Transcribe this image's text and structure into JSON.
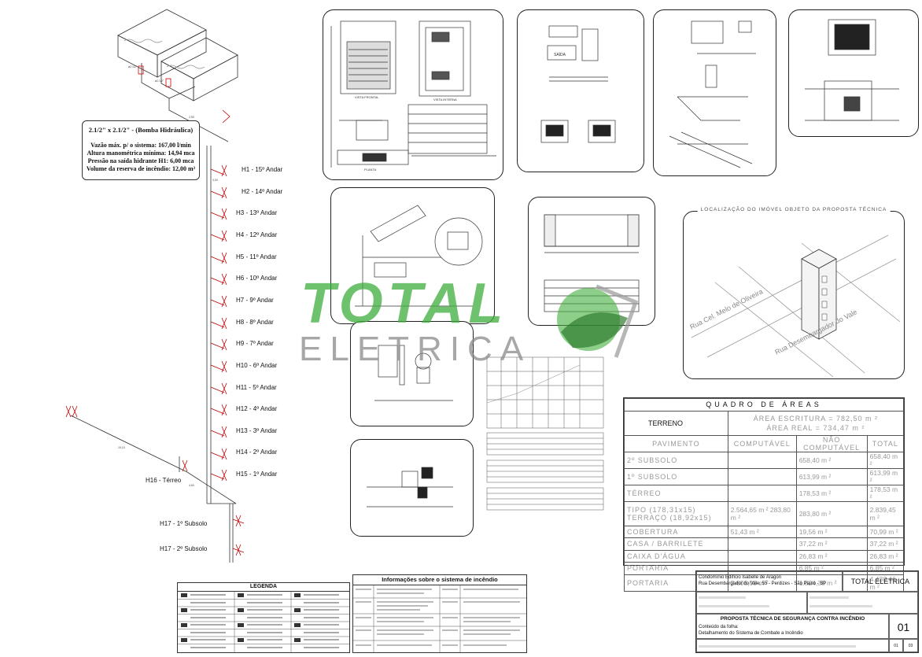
{
  "pump_box": {
    "title": "2.1/2\" x 2.1/2\" - (Bomba Hidráulica)",
    "lines": [
      "Vazão máx. p/ o sistema: 167,00 l/min",
      "Altura manométrica mínima: 14,94 mca",
      "Pressão na saída hidrante H1: 6,00 mca",
      "Volume da reserva de incêndio: 12,00 m³"
    ]
  },
  "floors": [
    "H1 - 15º Andar",
    "H2 - 14º Andar",
    "H3 - 13º Andar",
    "H4 - 12º Andar",
    "H5 - 11º Andar",
    "H6 - 10º Andar",
    "H7 - 9º Andar",
    "H8 - 8º Andar",
    "H9 - 7º Andar",
    "H10 - 6º Andar",
    "H11 - 5º Andar",
    "H12 - 4º Andar",
    "H13 - 3º Andar",
    "H14 - 2º Andar",
    "H15 - 1º Andar"
  ],
  "terreo_label": "H16 - Térreo",
  "subsolo_labels": [
    "H17 - 1º Subsolo",
    "H17 - 2º Subsolo"
  ],
  "localizacao": {
    "title": "LOCALIZAÇÃO DO IMÓVEL OBJETO DA PROPOSTA TÉCNICA",
    "streets": [
      "Rua Cel. Melo de Oliveira",
      "Rua Desembargador do Vale"
    ]
  },
  "watermark": {
    "line1": "TOTAL",
    "line2": "ELETRICA",
    "colors": {
      "green": "#3fae3c",
      "grey": "#8a8a8a"
    }
  },
  "quadro": {
    "title": "QUADRO DE ÁREAS",
    "terreno_label": "TERRENO",
    "area_escritura": "ÁREA ESCRITURA = 782,50 m ²",
    "area_real": "ÁREA REAL = 734,47 m ²",
    "headers": [
      "PAVIMENTO",
      "COMPUTÁVEL",
      "NÃO COMPUTÁVEL",
      "TOTAL"
    ],
    "rows": [
      [
        "2º SUBSOLO",
        "",
        "658,40 m ²",
        "658,40 m ²"
      ],
      [
        "1º SUBSOLO",
        "",
        "613,99 m ²",
        "613,99 m ²"
      ],
      [
        "TÉRREO",
        "",
        "178,53 m ²",
        "178,53 m ²"
      ],
      [
        "TIPO (178,31x15) TERRAÇO (18,92x15)",
        "2.564,65 m ² 283,80 m ²",
        "283,80 m ²",
        "2.839,45 m ²"
      ],
      [
        "COBERTURA",
        "51,43 m ²",
        "19,56 m ²",
        "70,99 m ²"
      ],
      [
        "CASA / BARRILETE",
        "",
        "37,22 m ²",
        "37,22 m ²"
      ],
      [
        "CAIXA D'ÁGUA",
        "",
        "26,83 m ²",
        "26,83 m ²"
      ],
      [
        "PORTARIA",
        "",
        "6,85 m ²",
        "6,85 m ²"
      ],
      [
        "PORTARIA",
        "2.606,08 m ²",
        "1.824,38 m ²",
        "4.430,46 m ²"
      ]
    ]
  },
  "legenda": {
    "title": "LEGENDA"
  },
  "info": {
    "title": "Informações sobre o sistema de incêndio"
  },
  "title_block": {
    "condominio": "Condomínio Edifício Isabelle de Aragon",
    "endereco": "Rua Desembargador do Vale, 55 - Perdizes - São Paulo - SP",
    "empresa": "TOTAL ELÉTRICA",
    "proposta": "PROPOSTA TÉCNICA DE SEGURANÇA CONTRA INCÊNDIO",
    "conteudo_label": "Conteúdo da folha:",
    "conteudo": "Detalhamento do Sistema de Combate a Incêndio",
    "sheet": "01",
    "sheet_a": "01",
    "sheet_b": "03"
  }
}
